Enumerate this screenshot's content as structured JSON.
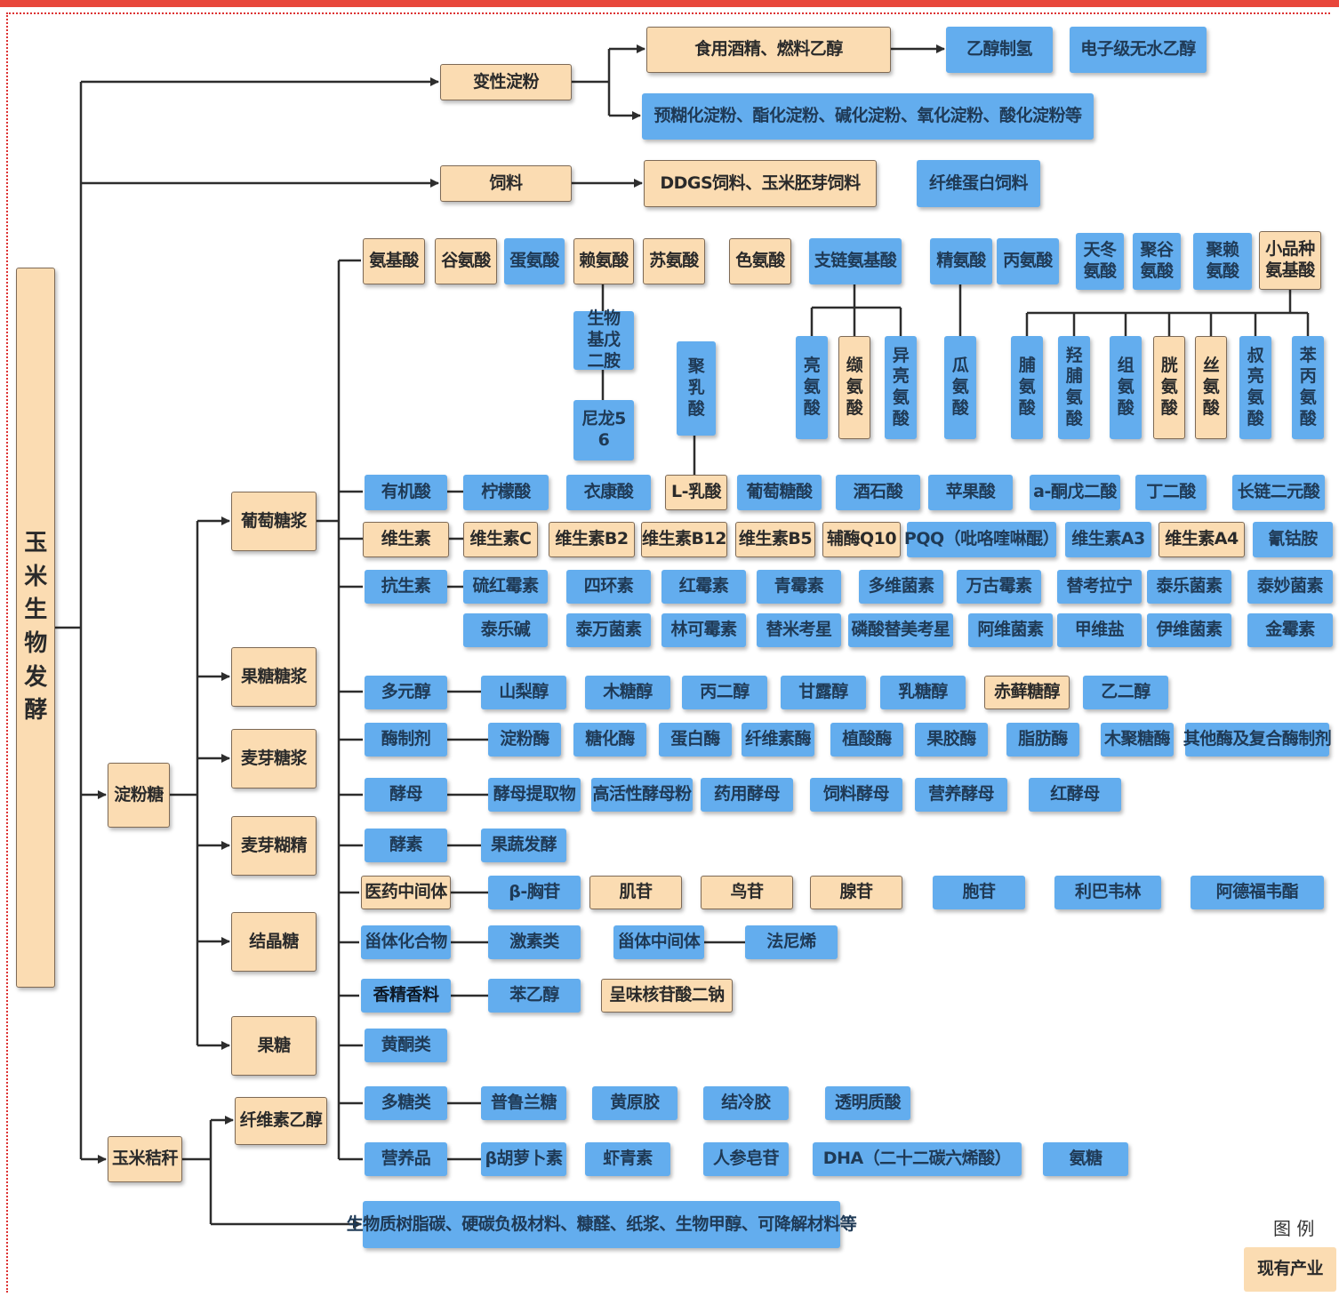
{
  "root": "玉米生物发酵",
  "main_branches": {
    "modified_starch": "变性淀粉",
    "feed": "饲料",
    "starch_sugar": "淀粉糖",
    "corn_straw": "玉米秸秆"
  },
  "modified_starch": {
    "ethanol": "食用酒精、燃料乙醇",
    "ethanol_hydrogen": "乙醇制氢",
    "electronic_ethanol": "电子级无水乙醇",
    "starch_types": "预糊化淀粉、酯化淀粉、碱化淀粉、氧化淀粉、酸化淀粉等"
  },
  "feed": {
    "ddgs": "DDGS饲料、玉米胚芽饲料",
    "fiber_protein": "纤维蛋白饲料"
  },
  "syrups": [
    "葡萄糖浆",
    "果糖糖浆",
    "麦芽糖浆",
    "麦芽糊精",
    "结晶糖",
    "果糖"
  ],
  "straw": {
    "cellulosic_ethanol": "纤维素乙醇",
    "materials": "生物质树脂碳、硬碳负极材料、糠醛、纸浆、生物甲醇、可降解材料等"
  },
  "amino_acids": {
    "header": "氨基酸",
    "items": [
      "谷氨酸",
      "蛋氨酸",
      "赖氨酸",
      "苏氨酸",
      "色氨酸",
      "支链氨基酸",
      "精氨酸",
      "丙氨酸",
      "天冬氨酸",
      "聚谷氨酸",
      "聚赖氨酸",
      "小品种氨基酸"
    ],
    "lysine_chain": [
      "生物基戊二胺",
      "尼龙56"
    ],
    "polylactic": "聚乳酸",
    "bcaa": [
      "亮氨酸",
      "缬氨酸",
      "异亮氨酸"
    ],
    "arginine_child": "瓜氨酸",
    "small": [
      "脯氨酸",
      "羟脯氨酸",
      "组氨酸",
      "胱氨酸",
      "丝氨酸",
      "叔亮氨酸",
      "苯丙氨酸"
    ]
  },
  "rows": {
    "organic_acid": {
      "header": "有机酸",
      "items": [
        "柠檬酸",
        "衣康酸",
        "L-乳酸",
        "葡萄糖酸",
        "酒石酸",
        "苹果酸",
        "a-酮戊二酸",
        "丁二酸",
        "长链二元酸"
      ]
    },
    "vitamin": {
      "header": "维生素",
      "items": [
        "维生素C",
        "维生素B2",
        "维生素B12",
        "维生素B5",
        "辅酶Q10",
        "PQQ（吡咯喹啉醌）",
        "维生素A3",
        "维生素A4",
        "氰钴胺"
      ]
    },
    "antibiotic": {
      "header": "抗生素",
      "items": [
        "硫红霉素",
        "四环素",
        "红霉素",
        "青霉素",
        "多维菌素",
        "万古霉素",
        "替考拉宁",
        "泰乐菌素",
        "泰妙菌素"
      ],
      "items2": [
        "泰乐碱",
        "泰万菌素",
        "林可霉素",
        "替米考星",
        "磷酸替美考星",
        "阿维菌素",
        "甲维盐",
        "伊维菌素",
        "金霉素"
      ]
    },
    "polyol": {
      "header": "多元醇",
      "items": [
        "山梨醇",
        "木糖醇",
        "丙二醇",
        "甘露醇",
        "乳糖醇",
        "赤藓糖醇",
        "乙二醇"
      ]
    },
    "enzyme": {
      "header": "酶制剂",
      "items": [
        "淀粉酶",
        "糖化酶",
        "蛋白酶",
        "纤维素酶",
        "植酸酶",
        "果胶酶",
        "脂肪酶",
        "木聚糖酶",
        "其他酶及复合酶制剂"
      ]
    },
    "yeast": {
      "header": "酵母",
      "items": [
        "酵母提取物",
        "高活性酵母粉",
        "药用酵母",
        "饲料酵母",
        "营养酵母",
        "红酵母"
      ]
    },
    "ferment": {
      "header": "酵素",
      "items": [
        "果蔬发酵"
      ]
    },
    "pharma": {
      "header": "医药中间体",
      "items": [
        "β-胸苷",
        "肌苷",
        "鸟苷",
        "腺苷",
        "胞苷",
        "利巴韦林",
        "阿德福韦酯"
      ]
    },
    "steroid": {
      "header": "甾体化合物",
      "items": [
        "激素类",
        "甾体中间体",
        "法尼烯"
      ]
    },
    "flavor": {
      "header": "香精香料",
      "items": [
        "苯乙醇",
        "呈味核苷酸二钠"
      ]
    },
    "ketone": {
      "header": "黄酮类"
    },
    "polysaccharide": {
      "header": "多糖类",
      "items": [
        "普鲁兰糖",
        "黄原胶",
        "结冷胶",
        "透明质酸"
      ]
    },
    "nutrition": {
      "header": "营养品",
      "items": [
        "β胡萝卜素",
        "虾青素",
        "人参皂苷",
        "DHA（二十二碳六烯酸）",
        "氨糖"
      ]
    }
  },
  "legend": {
    "title": "图 例",
    "existing": "现有产业"
  },
  "colors": {
    "tan": "#fbdcb2",
    "blue": "#63adee",
    "line": "#2d2d2d",
    "frame": "#e8473b"
  }
}
